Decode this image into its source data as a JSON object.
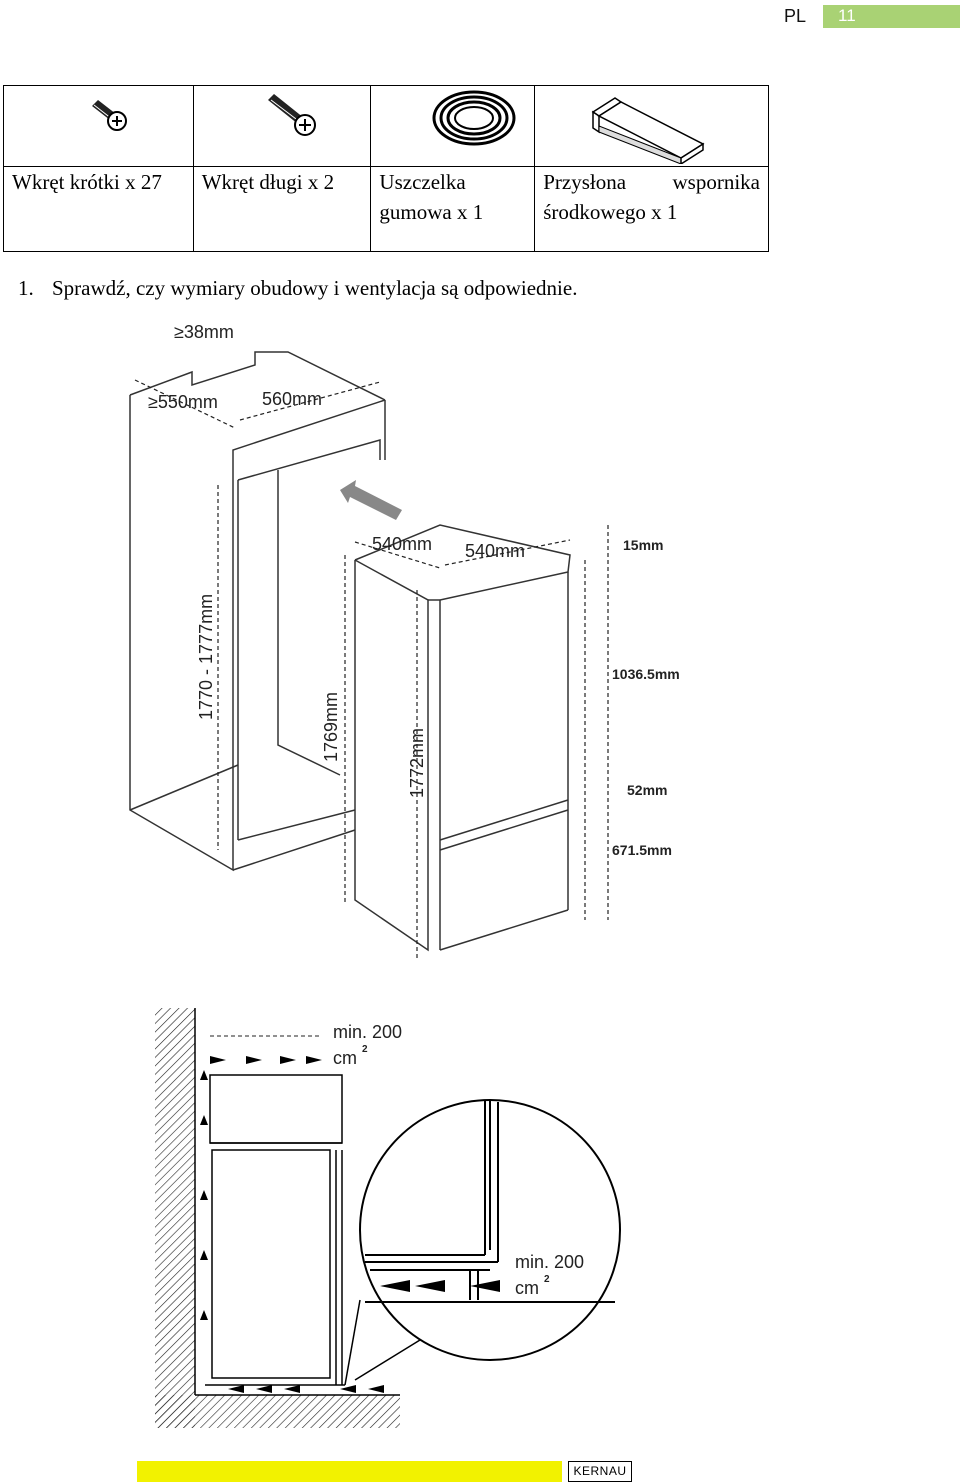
{
  "header": {
    "lang": "PL",
    "page_number": "11",
    "accent_color": "#a9d274"
  },
  "parts": [
    {
      "icon": "short-screw-icon",
      "label": "Wkręt krótki x 27"
    },
    {
      "icon": "long-screw-icon",
      "label": "Wkręt długi x 2"
    },
    {
      "icon": "rubber-seal-icon",
      "label": "Uszczelka gumowa x 1"
    },
    {
      "icon": "bracket-cover-icon",
      "label": "Przysłona wspornika środkowego x 1"
    }
  ],
  "step": {
    "number": "1.",
    "text": "Sprawdź, czy wymiary obudowy i wentylacja są odpowiednie."
  },
  "diagram1": {
    "d_gap": "≥38mm",
    "d_depth_min": "≥550mm",
    "d_width": "560mm",
    "d_height_range": "1770 - 1777mm",
    "d_fridge_width": "540mm",
    "d_fridge_depth": "540mm",
    "d_fridge_height": "1769mm",
    "d_door_height": "1772mm",
    "d_top_gap": "15mm",
    "d_upper_door": "1036.5mm",
    "d_mid_gap": "52mm",
    "d_lower_door": "671.5mm"
  },
  "diagram2": {
    "vent_top_label": "min. 200",
    "vent_top_unit": "cm",
    "vent_bottom_label": "min. 200",
    "vent_bottom_unit": "cm",
    "sup": "2"
  },
  "footer": {
    "brand": "KERNAU",
    "bar_color": "#f2f200"
  }
}
